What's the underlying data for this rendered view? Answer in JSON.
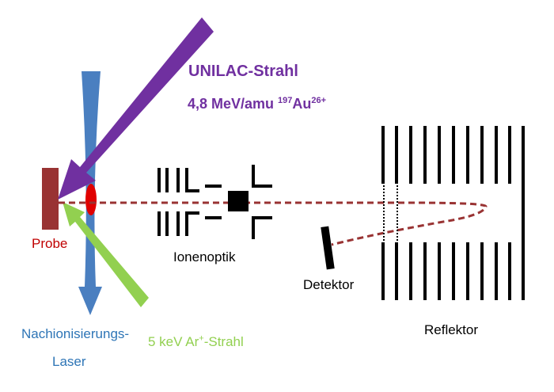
{
  "colors": {
    "uranium_beam": "#7030a0",
    "laser": "#4a7fc0",
    "argon_beam": "#92d050",
    "probe": "#993333",
    "ion_path": "#993333",
    "ion_cloud": "#e00000",
    "optics": "#000000"
  },
  "labels": {
    "beam_title": "UNILAC-Strahl",
    "beam_energy_prefix": "4,8 MeV/amu ",
    "beam_mass": "197",
    "beam_element": "Au",
    "beam_charge": "26+",
    "probe": "Probe",
    "optics": "Ionenoptik",
    "detector": "Detektor",
    "reflector": "Reflektor",
    "laser_line1": "Nachionisierungs-",
    "laser_line2": "Laser",
    "ar_prefix": "5 keV Ar",
    "ar_charge": "+",
    "ar_suffix": "-Strahl"
  }
}
